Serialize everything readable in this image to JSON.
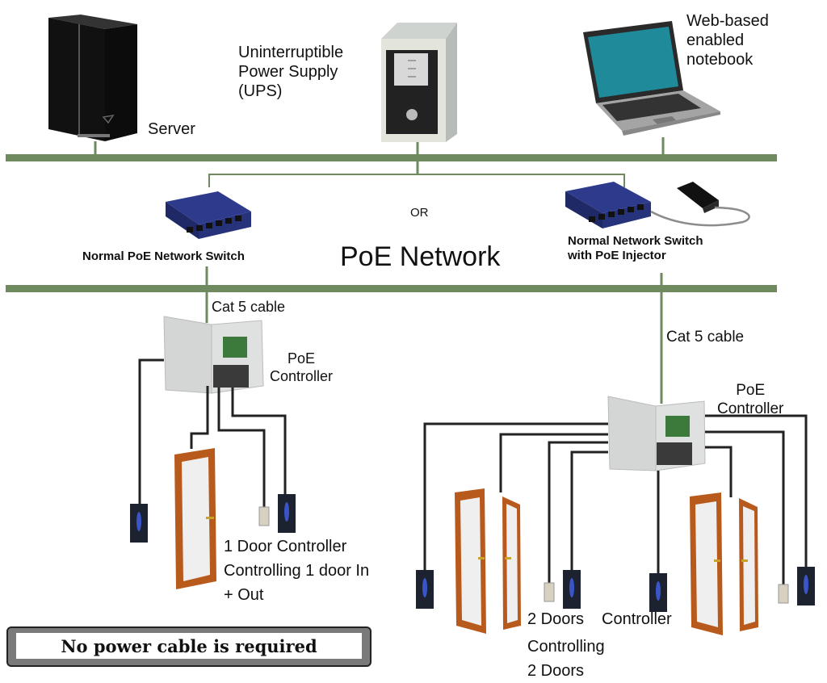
{
  "diagram": {
    "title": "PoE Network",
    "separator_text": "OR",
    "colors": {
      "bus_line": "#6f8a5e",
      "cable": "#222222",
      "switch_blue": "#2e3a8c",
      "door_wood": "#b85a1c",
      "reader": "#1c2230"
    },
    "devices": {
      "server": {
        "label": "Server"
      },
      "ups": {
        "label": "Uninterruptible\nPower Supply\n(UPS)"
      },
      "notebook": {
        "label": "Web-based\nenabled\nnotebook"
      },
      "poe_switch": {
        "label": "Normal PoE Network Switch"
      },
      "switch_injector": {
        "label": "Normal Network Switch\nwith PoE Injector"
      },
      "controller_left": {
        "label": "PoE\nController",
        "cable_label": "Cat 5 cable"
      },
      "controller_right": {
        "label": "PoE\nController",
        "cable_label": "Cat 5 cable"
      }
    },
    "captions": {
      "one_door": "1 Door Controller\nControlling 1 door In\n+ Out",
      "two_doors_line1": "2 Doors",
      "two_doors_line1b": "Controller",
      "two_doors_rest": "Controlling\n2 Doors"
    },
    "note": "No power cable is required"
  }
}
